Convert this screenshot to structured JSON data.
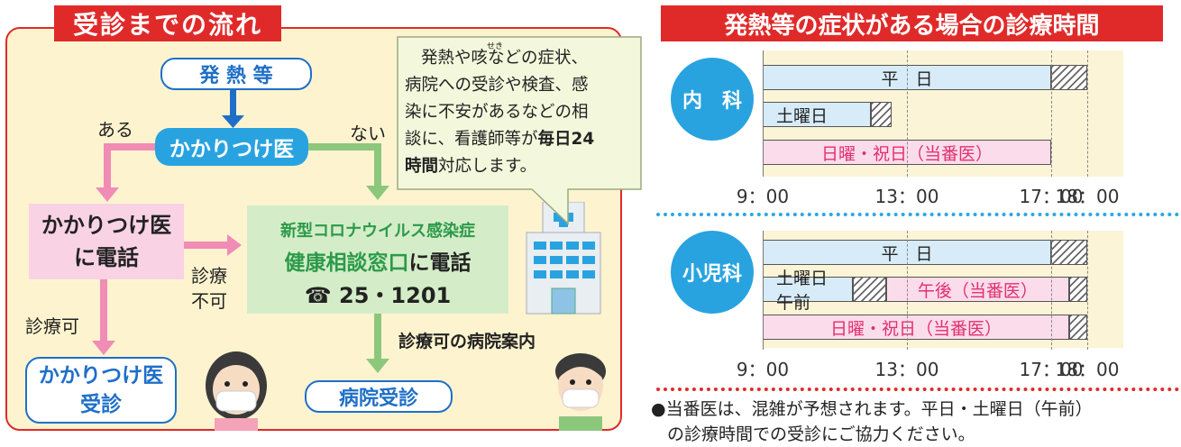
{
  "flow": {
    "title": "受診までの流れ",
    "start": "発 熱 等",
    "doctor": "かかりつけ医",
    "yes_label": "ある",
    "no_label": "ない",
    "call_doctor_line1": "かかりつけ医",
    "call_doctor_line2": "に電話",
    "not_possible_line1": "診療",
    "not_possible_line2": "不可",
    "possible_label": "診療可",
    "visit_doctor_line1": "かかりつけ医",
    "visit_doctor_line2": "受診",
    "consult_line1": "新型コロナウイルス感染症",
    "consult_line2_highlight": "健康相談窓口",
    "consult_line2_rest": "に電話",
    "phone_symbol": "☎",
    "phone_number": "25・1201",
    "hospital_guide": "診療可の病院案内",
    "hospital_visit": "病院受診",
    "bubble_ruby": "せき",
    "bubble_line1": "発熱や咳などの症状、",
    "bubble_line2": "病院への受診や検査、感",
    "bubble_line3": "染に不安があるなどの相",
    "bubble_line4_pre": "談に、看護師等が",
    "bubble_line4_bold": "毎日24",
    "bubble_line5_bold": "時間",
    "bubble_line5_rest": "対応します。"
  },
  "hours": {
    "title": "発熱等の症状がある場合の診療時間",
    "internal": {
      "label": "内　科",
      "weekday": "平　日",
      "saturday": "土曜日",
      "sunday": "日曜・祝日（当番医）"
    },
    "pediatrics": {
      "label": "小児科",
      "weekday": "平　日",
      "saturday": "土曜日　午前",
      "saturday_afternoon": "午後（当番医）",
      "sunday": "日曜・祝日（当番医）"
    },
    "ticks": [
      "9：00",
      "13：00",
      "17：00",
      "18：00"
    ],
    "note_line1": "●当番医は、混雑が予想されます。平日・土曜日（午前）",
    "note_line2": "の診療時間での受診にご協力ください。"
  },
  "chart_data": {
    "type": "gantt",
    "title": "発熱等の症状がある場合の診療時間",
    "x_ticks": [
      "9：00",
      "13：00",
      "17：00",
      "18：00"
    ],
    "groups": [
      {
        "name": "内　科",
        "rows": [
          {
            "label": "平　日",
            "solid": [
              "9:00",
              "17:00"
            ],
            "hatched": [
              "17:00",
              "18:00"
            ]
          },
          {
            "label": "土曜日",
            "solid": [
              "9:00",
              "12:00"
            ],
            "hatched": [
              "12:00",
              "12:35"
            ]
          },
          {
            "label": "日曜・祝日（当番医）",
            "solid": [
              "9:00",
              "17:00"
            ]
          }
        ]
      },
      {
        "name": "小児科",
        "rows": [
          {
            "label": "平　日",
            "solid": [
              "9:00",
              "17:00"
            ],
            "hatched": [
              "17:00",
              "18:00"
            ]
          },
          {
            "label": "土曜日　午前",
            "solid": [
              "9:00",
              "11:30"
            ],
            "hatched": [
              "11:30",
              "12:25"
            ]
          },
          {
            "label": "午後（当番医）",
            "solid": [
              "12:25",
              "17:30"
            ],
            "hatched": [
              "17:30",
              "18:00"
            ]
          },
          {
            "label": "日曜・祝日（当番医）",
            "solid": [
              "9:00",
              "17:30"
            ],
            "hatched": [
              "17:30",
              "18:00"
            ]
          }
        ]
      }
    ]
  }
}
